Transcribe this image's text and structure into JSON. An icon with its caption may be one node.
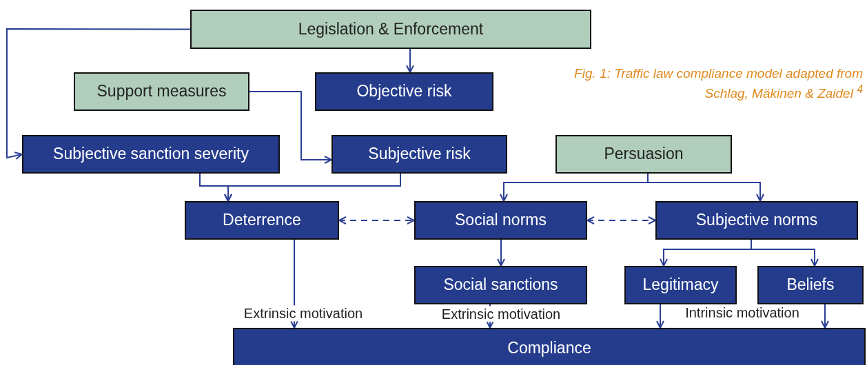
{
  "diagram": {
    "caption": "Fig. 1: Traffic law compliance model adapted from Schlag, Mäkinen & Zaidel $^{4}$",
    "nodes": [
      {
        "text": [
          "Legislation & Enforcement"
        ]
      },
      {
        "text": [
          "Support measures"
        ]
      },
      {
        "text": [
          "Objective risk"
        ]
      },
      {
        "text": [
          "Subjective sanction severity"
        ]
      },
      {
        "text": [
          "Subjective risk"
        ]
      },
      {
        "text": [
          "Persuasion"
        ]
      },
      {
        "text": [
          "Deterrence"
        ]
      },
      {
        "text": [
          "Social norms"
        ]
      },
      {
        "text": [
          "Subjective norms"
        ]
      },
      {
        "text": [
          "Social sanctions"
        ]
      },
      {
        "text": [
          "Legitimacy"
        ]
      },
      {
        "text": [
          "Beliefs"
        ]
      },
      {
        "text": [
          "Compliance"
        ]
      }
    ],
    "edges": [
      {
        "from": 0,
        "to": 2,
        "arrow": "to"
      },
      {
        "from": 0,
        "to": 3,
        "arrow": "to"
      },
      {
        "from": 1,
        "to": 4,
        "arrow": "to"
      },
      {
        "from": 3,
        "to": 6,
        "arrow": "to"
      },
      {
        "from": 4,
        "to": 6,
        "arrow": "to"
      },
      {
        "from": 5,
        "to": 7,
        "arrow": "to"
      },
      {
        "from": 5,
        "to": 8,
        "arrow": "to"
      },
      {
        "from": 6,
        "to": 7,
        "arrow": "both",
        "style": "dashed"
      },
      {
        "from": 7,
        "to": 8,
        "arrow": "both",
        "style": "dashed"
      },
      {
        "from": 7,
        "to": 9,
        "arrow": "to"
      },
      {
        "from": 8,
        "to": 10,
        "arrow": "to"
      },
      {
        "from": 8,
        "to": 11,
        "arrow": "to"
      },
      {
        "from": 6,
        "to": 12,
        "arrow": "to",
        "label": "Extrinsic motivation"
      },
      {
        "from": 9,
        "to": 12,
        "arrow": "to",
        "label": "Extrinsic motivation"
      },
      {
        "from": 10,
        "to": 12,
        "arrow": "to"
      },
      {
        "from": 11,
        "to": 12,
        "arrow": "to"
      }
    ],
    "labels": [
      "Intrinsic motivation"
    ]
  }
}
